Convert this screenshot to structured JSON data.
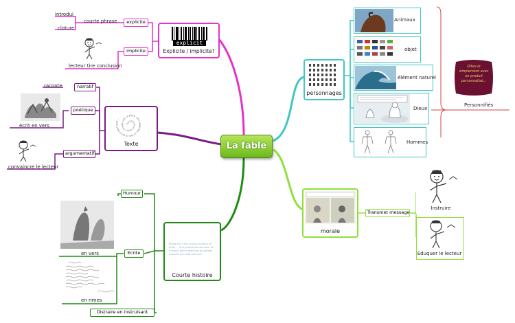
{
  "center": {
    "label": "La fable"
  },
  "explicite": {
    "title": "Explicite / implicite?",
    "barcode_text": "explicit",
    "tag_explicite": "explicite",
    "tag_implicite": "implicite",
    "courte_phrase": "courte phrase",
    "introduit": "introdui",
    "cloture": "cloture",
    "lecteur": "lecteur tire conclusion"
  },
  "texte": {
    "title": "Texte",
    "spiral_text": "Pourquoi un récit? Pretty cool, in place. Une seule fois, on fait ce qu'on peut avec ...",
    "narratif": "narratif",
    "poetique": "poétique",
    "argumentatif": "argumentatif",
    "raconte": "raconte",
    "ecrit_en_vers": "écrit en vers",
    "convaincre": "convaincre le lecteur"
  },
  "courte": {
    "title": "Courte histoire",
    "excerpt": "Pourquoi? Il est un jour survenu un drôle ... Une grande joie du cœur et d'abord, telle n'était pas en grande avancée sur petit bonheur.",
    "humour": "Humour",
    "ecrite": "Ecrite",
    "en_vers": "en vers",
    "en_rimes": "en rimes",
    "distraire": "Distraire en instruisant"
  },
  "personnages": {
    "title": "personnages",
    "items": [
      {
        "label": "Animaux"
      },
      {
        "label": "objet"
      },
      {
        "label": "élément naturel"
      },
      {
        "label": "Dieux"
      },
      {
        "label": "Hommes"
      }
    ],
    "personnifies_image_text": "Dites-le simplement avec un produit personnalisé...",
    "personnifies": "Personnifiés"
  },
  "morale": {
    "title": "morale",
    "transmet": "Transmet message",
    "instruire": "Instruire",
    "eduquer": "Eduquer le lecteur"
  },
  "colors": {
    "magenta": "#e232c8",
    "purple": "#7b1a86",
    "green": "#1f8a12",
    "teal": "#3fc7c0",
    "lime": "#8fe03a",
    "red": "#d94040"
  }
}
